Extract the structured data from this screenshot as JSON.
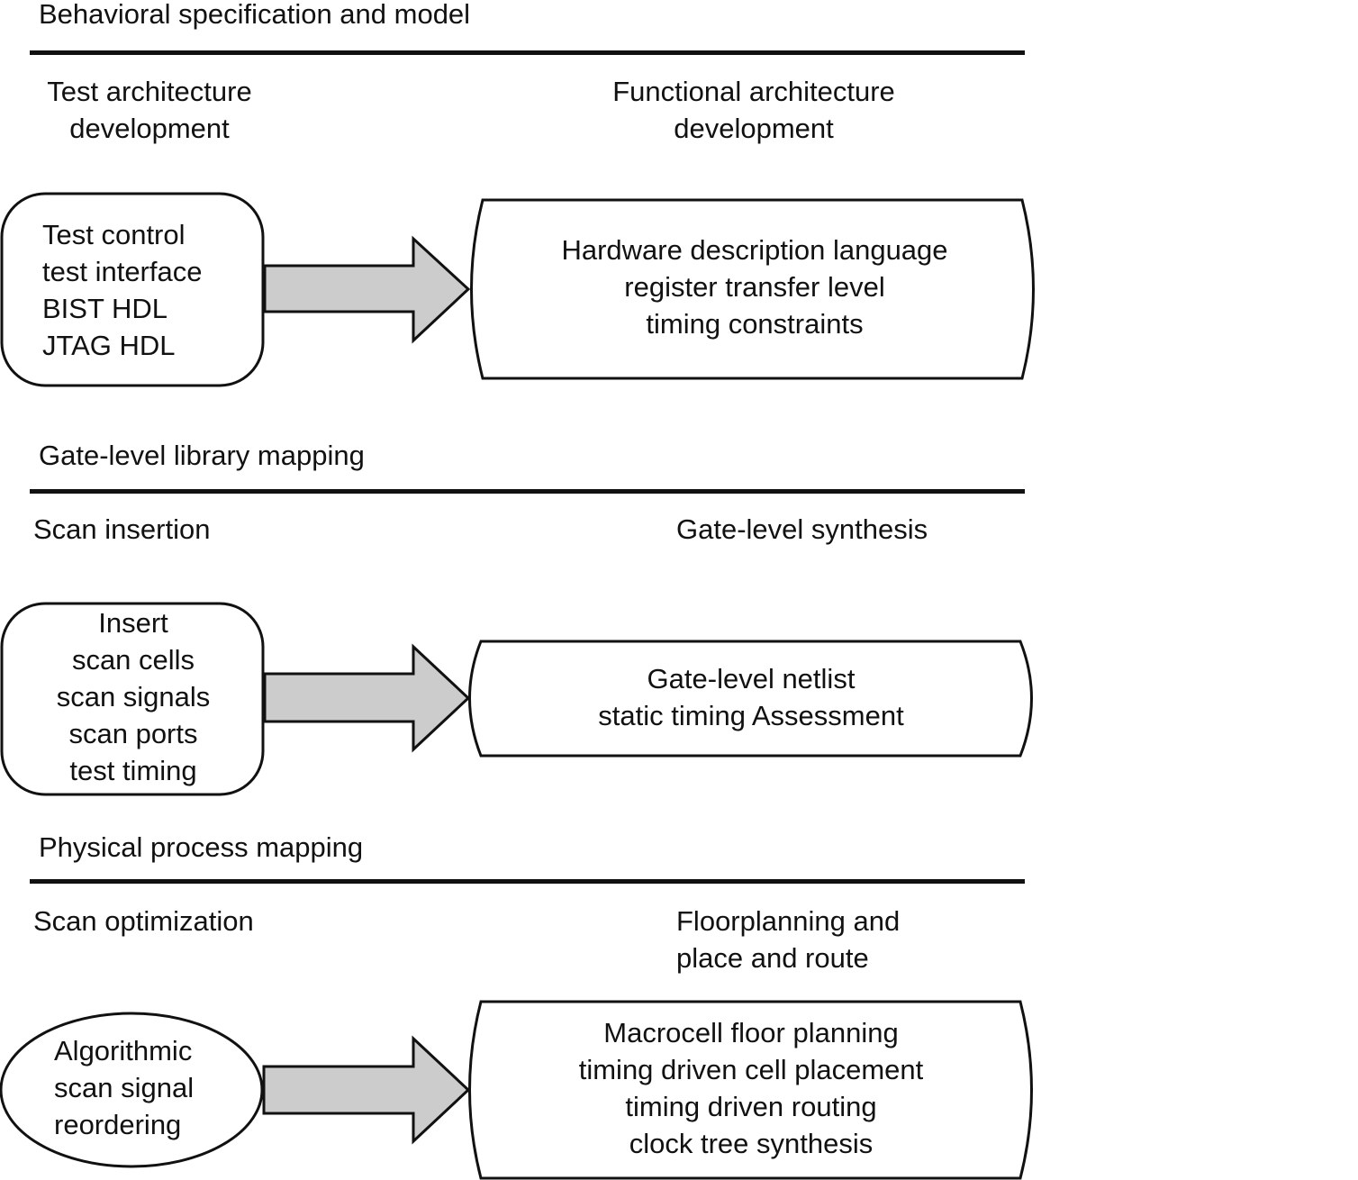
{
  "sections": [
    {
      "heading": "Behavioral specification and model",
      "left_title": [
        "Test architecture",
        "development"
      ],
      "right_title": [
        "Functional architecture",
        "development"
      ],
      "left_box": [
        "Test control",
        "test interface",
        "BIST HDL",
        "JTAG HDL"
      ],
      "right_box": [
        "Hardware description language",
        "register transfer level",
        "timing constraints"
      ]
    },
    {
      "heading": "Gate-level library mapping",
      "left_title": [
        "Scan insertion"
      ],
      "right_title": [
        "Gate-level synthesis"
      ],
      "left_box": [
        "Insert",
        "scan cells",
        "scan signals",
        "scan ports",
        "test timing"
      ],
      "right_box": [
        "Gate-level netlist",
        "static timing Assessment"
      ]
    },
    {
      "heading": "Physical process mapping",
      "left_title": [
        "Scan optimization"
      ],
      "right_title": [
        "Floorplanning and",
        "place and route"
      ],
      "left_box": [
        "Algorithmic",
        "scan signal",
        "reordering"
      ],
      "right_box": [
        "Macrocell floor planning",
        "timing driven cell placement",
        "timing driven routing",
        "clock tree synthesis"
      ]
    }
  ],
  "colors": {
    "arrow_fill": "#cccccc",
    "stroke": "#111111"
  }
}
